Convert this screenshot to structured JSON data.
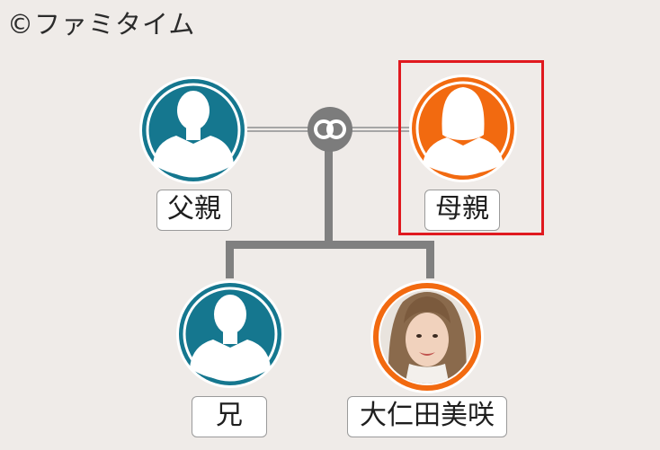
{
  "copyright": "©ファミタイム",
  "colors": {
    "male": "#15778f",
    "female": "#f26a10",
    "connector": "#808080",
    "highlight": "#e0191f"
  },
  "members": {
    "father": {
      "label": "父親",
      "gender": "male",
      "icon": "male-silhouette-icon"
    },
    "mother": {
      "label": "母親",
      "gender": "female",
      "icon": "female-silhouette-icon",
      "highlighted": true
    },
    "brother": {
      "label": "兄",
      "gender": "male",
      "icon": "male-silhouette-icon"
    },
    "self": {
      "label": "大仁田美咲",
      "gender": "female",
      "icon": "portrait-photo"
    }
  },
  "marriage_icon": "rings-icon"
}
